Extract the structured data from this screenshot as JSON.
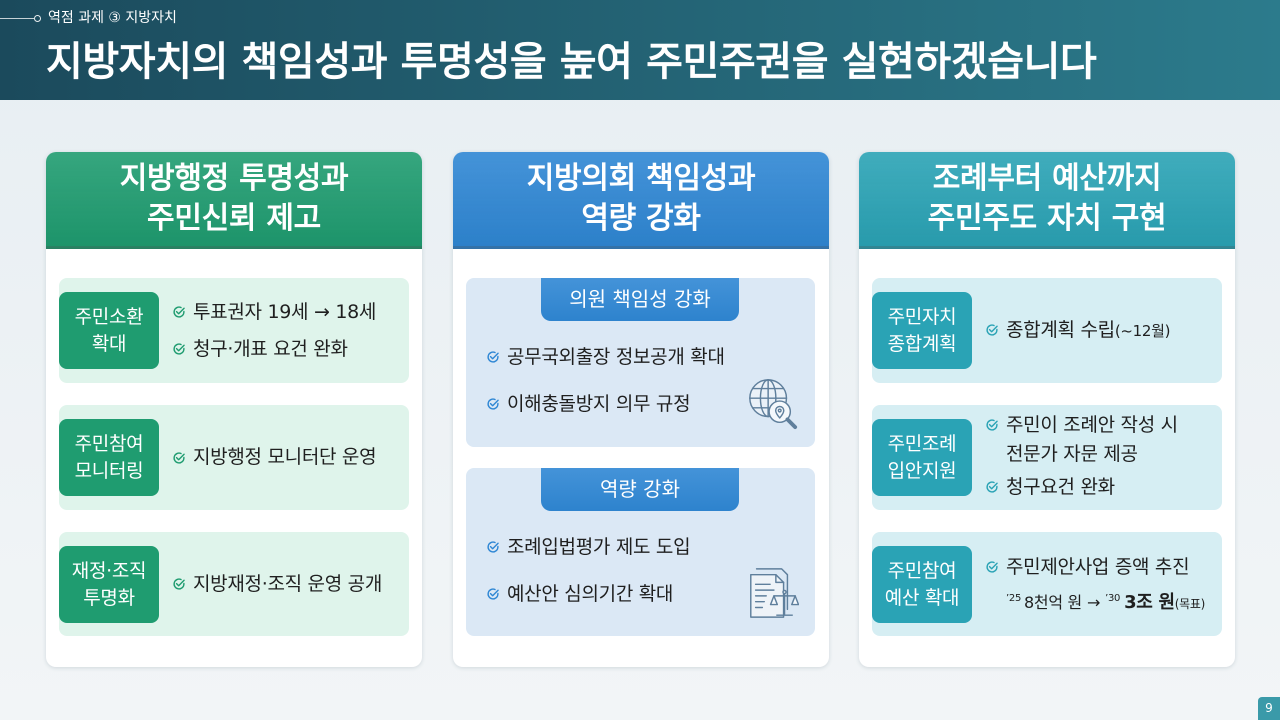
{
  "header": {
    "kicker": "역점 과제 ③ 지방자치",
    "title": "지방자치의 책임성과 투명성을 높여 주민주권을 실현하겠습니다"
  },
  "colors": {
    "header_gradient_start": "#1b4a5c",
    "header_gradient_end": "#2c7b8c",
    "column_1_accent": "#1f9c70",
    "column_2_accent": "#2f87d4",
    "column_3_accent": "#2aa3b5",
    "page_number_bg": "#3a9aa9"
  },
  "icons": {
    "bullet": "check-circle-icon",
    "kicker_marker": "ring-dot-icon"
  },
  "columns": [
    {
      "title": [
        "지방행정 투명성과",
        "주민신뢰 제고"
      ],
      "rows": [
        {
          "label": [
            "주민소환",
            "확대"
          ],
          "items": [
            "투표권자 19세 → 18세",
            "청구·개표 요건 완화"
          ]
        },
        {
          "label": [
            "주민참여",
            "모니터링"
          ],
          "items": [
            "지방행정 모니터단 운영"
          ]
        },
        {
          "label": [
            "재정·조직",
            "투명화"
          ],
          "items": [
            "지방재정·조직 운영 공개"
          ]
        }
      ]
    },
    {
      "title": [
        "지방의회 책임성과",
        "역량 강화"
      ],
      "panels": [
        {
          "heading": "의원 책임성 강화",
          "items": [
            "공무국외출장 정보공개 확대",
            "이해충돌방지 의무 규정"
          ],
          "icon": "globe-search-icon"
        },
        {
          "heading": "역량 강화",
          "items": [
            "조례입법평가 제도 도입",
            "예산안 심의기간 확대"
          ],
          "icon": "document-scale-icon"
        }
      ]
    },
    {
      "title": [
        "조례부터 예산까지",
        "주민주도 자치 구현"
      ],
      "rows": [
        {
          "label": [
            "주민자치",
            "종합계획"
          ],
          "items": [
            {
              "text": "종합계획 수립",
              "note": "(~12월)"
            }
          ]
        },
        {
          "label": [
            "주민조례",
            "입안지원"
          ],
          "items": [
            {
              "lines": [
                "주민이 조례안 작성 시",
                "전문가 자문 제공"
              ]
            },
            {
              "text": "청구요건 완화"
            }
          ]
        },
        {
          "label": [
            "주민참여",
            "예산 확대"
          ],
          "items": [
            {
              "text": "주민제안사업 증액 추진"
            }
          ],
          "detail": {
            "year_from": "’25",
            "amount_from": "8천억 원",
            "arrow": "→",
            "year_to": "’30",
            "amount_to": "3조 원",
            "note": "(목표)"
          }
        }
      ]
    }
  ],
  "page_number": "9"
}
